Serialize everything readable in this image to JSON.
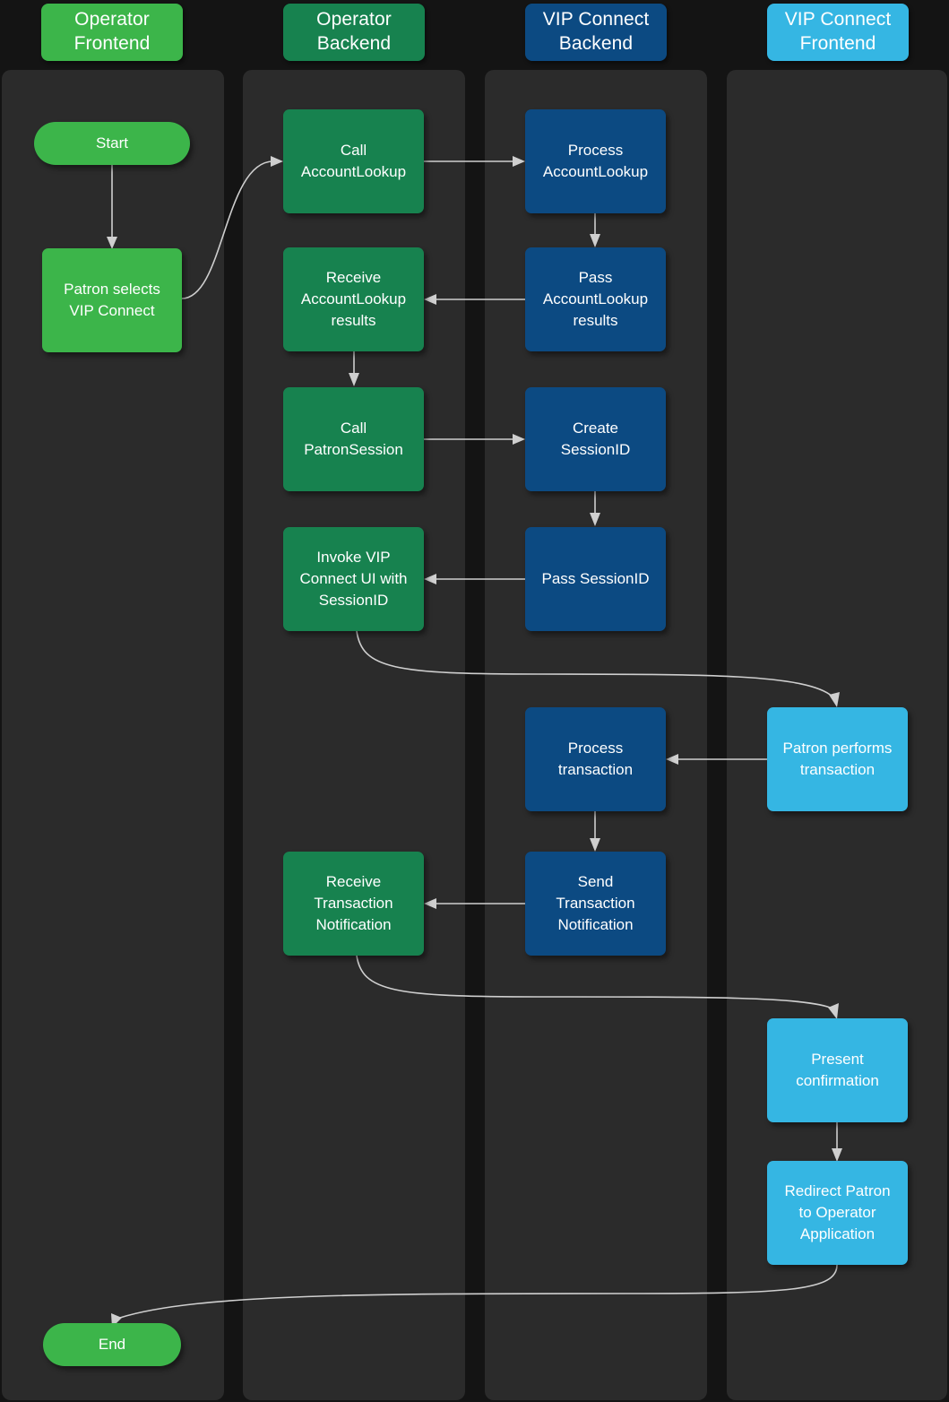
{
  "diagram": {
    "title": "VIP Connect patron transaction swimlane flow",
    "background_color": "#141414",
    "lane_color": "#2b2b2b",
    "edge_color": "#cfcfcf"
  },
  "lanes": [
    {
      "id": "operator-frontend",
      "label": "Operator\nFrontend",
      "header_color": "#3cb54a",
      "node_color": "#3cb54a"
    },
    {
      "id": "operator-backend",
      "label": "Operator\nBackend",
      "header_color": "#17824f",
      "node_color": "#17824f"
    },
    {
      "id": "vip-connect-backend",
      "label": "VIP Connect\nBackend",
      "header_color": "#0c4a82",
      "node_color": "#0c4a82"
    },
    {
      "id": "vip-connect-frontend",
      "label": "VIP Connect\nFrontend",
      "header_color": "#35b6e3",
      "node_color": "#35b6e3"
    }
  ],
  "lane_headers": [
    {
      "line1": "Operator",
      "line2": "Frontend"
    },
    {
      "line1": "Operator",
      "line2": "Backend"
    },
    {
      "line1": "VIP Connect",
      "line2": "Backend"
    },
    {
      "line1": "VIP Connect",
      "line2": "Frontend"
    }
  ],
  "nodes": [
    {
      "id": "start",
      "lane": "operator-frontend",
      "shape": "terminal",
      "lines": [
        "Start"
      ]
    },
    {
      "id": "patron-selects",
      "lane": "operator-frontend",
      "shape": "box",
      "lines": [
        "Patron selects",
        "VIP Connect"
      ]
    },
    {
      "id": "end",
      "lane": "operator-frontend",
      "shape": "terminal",
      "lines": [
        "End"
      ]
    },
    {
      "id": "call-accountlookup",
      "lane": "operator-backend",
      "shape": "box",
      "lines": [
        "Call",
        "AccountLookup"
      ]
    },
    {
      "id": "receive-accountlookup-results",
      "lane": "operator-backend",
      "shape": "box",
      "lines": [
        "Receive",
        "AccountLookup",
        "results"
      ]
    },
    {
      "id": "call-patronsession",
      "lane": "operator-backend",
      "shape": "box",
      "lines": [
        "Call",
        "PatronSession"
      ]
    },
    {
      "id": "invoke-vip-connect-ui",
      "lane": "operator-backend",
      "shape": "box",
      "lines": [
        "Invoke VIP",
        "Connect UI with",
        "SessionID"
      ]
    },
    {
      "id": "receive-transaction-notification",
      "lane": "operator-backend",
      "shape": "box",
      "lines": [
        "Receive",
        "Transaction",
        "Notification"
      ]
    },
    {
      "id": "process-accountlookup",
      "lane": "vip-connect-backend",
      "shape": "box",
      "lines": [
        "Process",
        "AccountLookup"
      ]
    },
    {
      "id": "pass-accountlookup-results",
      "lane": "vip-connect-backend",
      "shape": "box",
      "lines": [
        "Pass",
        "AccountLookup",
        "results"
      ]
    },
    {
      "id": "create-sessionid",
      "lane": "vip-connect-backend",
      "shape": "box",
      "lines": [
        "Create",
        "SessionID"
      ]
    },
    {
      "id": "pass-sessionid",
      "lane": "vip-connect-backend",
      "shape": "box",
      "lines": [
        "Pass SessionID"
      ]
    },
    {
      "id": "process-transaction",
      "lane": "vip-connect-backend",
      "shape": "box",
      "lines": [
        "Process",
        "transaction"
      ]
    },
    {
      "id": "send-transaction-notification",
      "lane": "vip-connect-backend",
      "shape": "box",
      "lines": [
        "Send",
        "Transaction",
        "Notification"
      ]
    },
    {
      "id": "patron-performs-transaction",
      "lane": "vip-connect-frontend",
      "shape": "box",
      "lines": [
        "Patron performs",
        "transaction"
      ]
    },
    {
      "id": "present-confirmation",
      "lane": "vip-connect-frontend",
      "shape": "box",
      "lines": [
        "Present",
        "confirmation"
      ]
    },
    {
      "id": "redirect-patron",
      "lane": "vip-connect-frontend",
      "shape": "box",
      "lines": [
        "Redirect Patron",
        "to Operator",
        "Application"
      ]
    }
  ],
  "edges": [
    {
      "from": "start",
      "to": "patron-selects"
    },
    {
      "from": "patron-selects",
      "to": "call-accountlookup"
    },
    {
      "from": "call-accountlookup",
      "to": "process-accountlookup"
    },
    {
      "from": "process-accountlookup",
      "to": "pass-accountlookup-results"
    },
    {
      "from": "pass-accountlookup-results",
      "to": "receive-accountlookup-results"
    },
    {
      "from": "receive-accountlookup-results",
      "to": "call-patronsession"
    },
    {
      "from": "call-patronsession",
      "to": "create-sessionid"
    },
    {
      "from": "create-sessionid",
      "to": "pass-sessionid"
    },
    {
      "from": "pass-sessionid",
      "to": "invoke-vip-connect-ui"
    },
    {
      "from": "invoke-vip-connect-ui",
      "to": "patron-performs-transaction"
    },
    {
      "from": "patron-performs-transaction",
      "to": "process-transaction"
    },
    {
      "from": "process-transaction",
      "to": "send-transaction-notification"
    },
    {
      "from": "send-transaction-notification",
      "to": "receive-transaction-notification"
    },
    {
      "from": "receive-transaction-notification",
      "to": "present-confirmation"
    },
    {
      "from": "present-confirmation",
      "to": "redirect-patron"
    },
    {
      "from": "redirect-patron",
      "to": "end"
    }
  ]
}
